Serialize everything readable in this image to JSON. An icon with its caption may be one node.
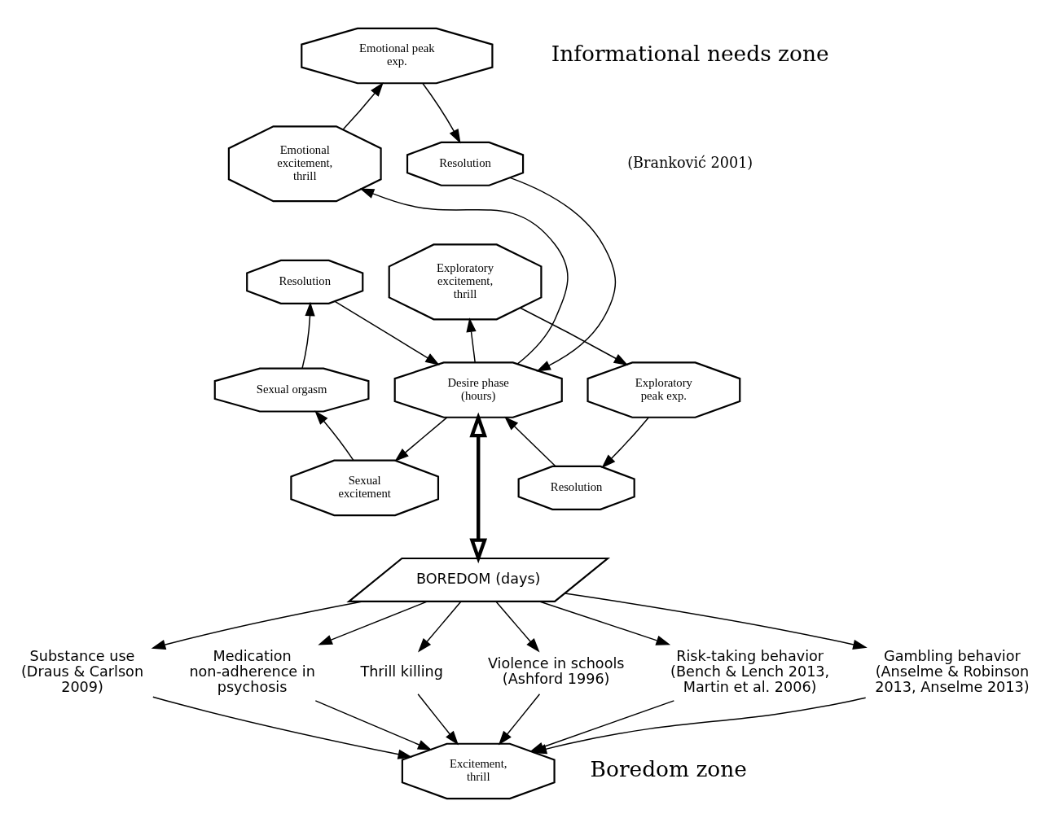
{
  "diagram": {
    "nodes": [
      {
        "text": [
          "Emotional peak exp."
        ]
      },
      {
        "text": [
          "Emotional excitement, thrill"
        ]
      },
      {
        "text": [
          "Resolution"
        ]
      },
      {
        "text": [
          "Resolution"
        ]
      },
      {
        "text": [
          "Exploratory excitement, thrill"
        ]
      },
      {
        "text": [
          "Sexual orgasm"
        ]
      },
      {
        "text": [
          "Desire phase (hours)"
        ]
      },
      {
        "text": [
          "Exploratory peak exp."
        ]
      },
      {
        "text": [
          "Sexual excitement"
        ]
      },
      {
        "text": [
          "Resolution"
        ]
      },
      {
        "text": [
          "BOREDOM (days)"
        ]
      },
      {
        "text": [
          "Substance use (Draus & Carlson 2009)"
        ]
      },
      {
        "text": [
          "Medication non-adherence in psychosis"
        ]
      },
      {
        "text": [
          "Thrill killing"
        ]
      },
      {
        "text": [
          "Violence in schools (Ashford 1996)"
        ]
      },
      {
        "text": [
          "Risk-taking behavior (Bench & Lench 2013, Martin et al. 2006)"
        ]
      },
      {
        "text": [
          "Gambling behavior (Anselme & Robinson 2013, Anselme 2013)"
        ]
      },
      {
        "text": [
          "Excitement, thrill"
        ]
      }
    ],
    "edges": [
      {
        "from": 6,
        "to": 1,
        "arrow": "to"
      },
      {
        "from": 1,
        "to": 0,
        "arrow": "to"
      },
      {
        "from": 0,
        "to": 2,
        "arrow": "to"
      },
      {
        "from": 2,
        "to": 6,
        "arrow": "to"
      },
      {
        "from": 6,
        "to": 8,
        "arrow": "to"
      },
      {
        "from": 8,
        "to": 5,
        "arrow": "to"
      },
      {
        "from": 5,
        "to": 3,
        "arrow": "to"
      },
      {
        "from": 3,
        "to": 6,
        "arrow": "to"
      },
      {
        "from": 6,
        "to": 4,
        "arrow": "to"
      },
      {
        "from": 4,
        "to": 7,
        "arrow": "to"
      },
      {
        "from": 7,
        "to": 9,
        "arrow": "to"
      },
      {
        "from": 9,
        "to": 6,
        "arrow": "to"
      },
      {
        "from": 6,
        "to": 10,
        "arrow": "both",
        "style": "thick"
      },
      {
        "from": 10,
        "to": 11,
        "arrow": "to"
      },
      {
        "from": 10,
        "to": 12,
        "arrow": "to"
      },
      {
        "from": 10,
        "to": 15,
        "arrow": "to"
      },
      {
        "from": 10,
        "to": 16,
        "arrow": "to"
      },
      {
        "from": 10,
        "to": 14,
        "arrow": "to"
      },
      {
        "from": 10,
        "to": 13,
        "arrow": "to"
      },
      {
        "from": 11,
        "to": 17,
        "arrow": "to"
      },
      {
        "from": 12,
        "to": 17,
        "arrow": "to"
      },
      {
        "from": 15,
        "to": 17,
        "arrow": "to"
      },
      {
        "from": 16,
        "to": 17,
        "arrow": "to"
      },
      {
        "from": 14,
        "to": 17,
        "arrow": "to"
      },
      {
        "from": 13,
        "to": 17,
        "arrow": "to"
      }
    ],
    "labels": [
      "Informational needs zone",
      "(Branković 2001)",
      "Boredom zone"
    ]
  }
}
